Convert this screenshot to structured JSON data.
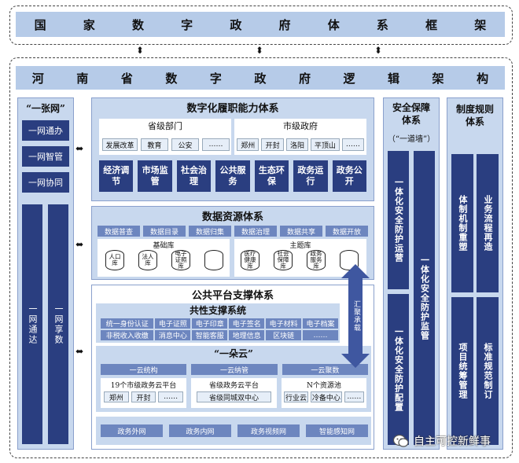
{
  "national_framework": {
    "title_chars": [
      "国",
      "家",
      "数",
      "字",
      "政",
      "府",
      "体",
      "系",
      "框",
      "架"
    ]
  },
  "henan_logic": {
    "title_chars": [
      "河",
      "南",
      "省",
      "数",
      "字",
      "政",
      "府",
      "逻",
      "辑",
      "架",
      "构"
    ]
  },
  "one_network": {
    "title": "“一张网”",
    "items": [
      "一网通办",
      "一网智管",
      "一网协同"
    ],
    "columns": [
      "一网通达",
      "一网享数"
    ]
  },
  "governance": {
    "title": "数字化履职能力体系",
    "provincial": {
      "title": "省级部门",
      "items": [
        "发展改革",
        "教育",
        "公安",
        "……"
      ]
    },
    "municipal": {
      "title": "市级政府",
      "items": [
        "郑州",
        "开封",
        "洛阳",
        "平顶山",
        "……"
      ]
    },
    "functions": [
      "经济调节",
      "市场监管",
      "社会治理",
      "公共服务",
      "生态环保",
      "政务运行",
      "政务公开"
    ]
  },
  "data_resources": {
    "title": "数据资源体系",
    "actions": [
      "数据普查",
      "数据目录",
      "数据归集",
      "数据治理",
      "数据共享",
      "数据开放"
    ],
    "base_db": {
      "title": "基础库",
      "items": [
        "人口库",
        "法人库",
        "电子证照库",
        ""
      ]
    },
    "theme_db": {
      "title": "主题库",
      "items": [
        "医疗健康库",
        "社会保障库",
        "政务服务库",
        ""
      ]
    }
  },
  "public_platform": {
    "title": "公共平台支撑体系",
    "common": {
      "title": "共性支撑系统",
      "row1": [
        "统一身份认证",
        "电子证照",
        "电子印章",
        "电子签名",
        "电子材料",
        "电子档案"
      ],
      "row2": [
        "非税收入收缴",
        "消息中心",
        "智能客服",
        "地理信息",
        "区块链",
        "……"
      ]
    },
    "cloud": {
      "title": "“一朵云”",
      "headers": [
        "一云统构",
        "一云纳管",
        "一云聚数"
      ],
      "col1": {
        "title": "19个市级政务云平台",
        "items": [
          "郑州",
          "开封",
          "……"
        ]
      },
      "col2": {
        "title": "省级政务云平台",
        "items": [
          "省级同城双中心"
        ]
      },
      "col3": {
        "title": "N个资源池",
        "items": [
          "行业云",
          "冷备中心",
          "……"
        ]
      }
    },
    "networks": [
      "政务外网",
      "政务内网",
      "政务视频网",
      "智能感知网"
    ],
    "vertical_arrow_label": "汇聚承载"
  },
  "security": {
    "title": "安全保障体系",
    "subtitle": "（“一道墙”）",
    "left_items": [
      "一体化安全防护运营",
      "一体化安全防护配置"
    ],
    "right_item": "一体化安全防护监管"
  },
  "institution": {
    "title": "制度规则体系",
    "items": [
      "体制机制重塑",
      "业务流程再造",
      "项目统筹管理",
      "标准规范制订"
    ]
  },
  "watermark": "自主可控新鲜事",
  "colors": {
    "dark": "#2a3e80",
    "mid": "#6d86bf",
    "light": "#c8d8ee",
    "band": "#b6cbe8"
  }
}
